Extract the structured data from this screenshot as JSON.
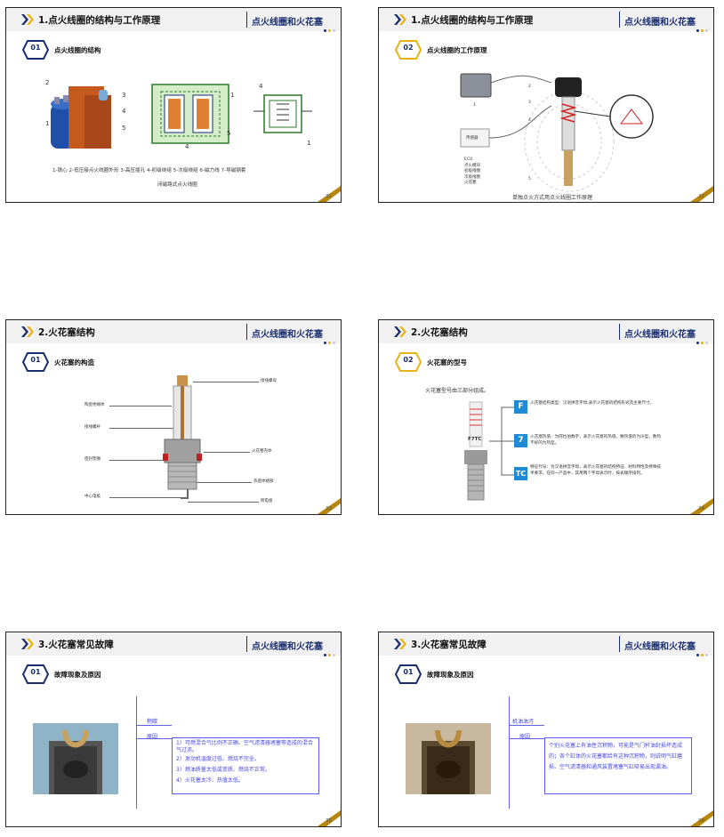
{
  "brand_text": "点火线圈和火花塞",
  "colors": {
    "accent_blue": "#1a2e6e",
    "gold": "#b8860b",
    "callout_blue": "#3a3ae0",
    "tag_blue": "#1f8ad6"
  },
  "slides": [
    {
      "title": "1.点火线圈的结构与工作原理",
      "section_num": "01",
      "subtitle": "点火线圈的结构",
      "part_numbers": [
        "1",
        "2",
        "3",
        "4",
        "5"
      ],
      "caption_line1": "1-铁心 2-低压接点火线圈外形 3-高压插孔 4-初级绕组 5-次级绕组 6-磁力线 7-导磁钢套",
      "caption_line2": "闭磁路式点火线圈",
      "page": "31"
    },
    {
      "title": "1.点火线圈的结构与工作原理",
      "section_num": "02",
      "subtitle": "点火线圈的工作原理",
      "legend": [
        "ECU",
        "点火模块",
        "初级线圈",
        "次级线圈",
        "火花塞"
      ],
      "sensor_label": "传感器",
      "markers": [
        "1",
        "2",
        "3",
        "4",
        "5"
      ],
      "caption": "单独点火方式用点火线圈工作原理",
      "page": "32"
    },
    {
      "title": "2.火花塞结构",
      "section_num": "01",
      "subtitle": "火花塞的构造",
      "labels_left": [
        "陶瓷绝缘体",
        "接线螺杆",
        "密封垫圈",
        "中心电极"
      ],
      "labels_right": [
        "接线螺母",
        "火花塞壳体",
        "热座体裙部",
        "侧电极"
      ],
      "page": "33"
    },
    {
      "title": "2.火花塞结构",
      "section_num": "02",
      "subtitle": "火花塞的型号",
      "intro": "火花塞型号由三部分组成。",
      "plug_code": "F7TC",
      "parts": [
        {
          "tag": "F",
          "text": "火花塞结构类型：汉语拼音字母,表示火花塞的结构形式及主要尺寸。"
        },
        {
          "tag": "7",
          "text": "火花塞热值：为阿拉伯数字，表示火花塞的热值，数热值的为冷型，数热不好的为热型。"
        },
        {
          "tag": "TC",
          "text": "特征代号：为汉语拼音字母，表示火花塞的结构特征、材料特性及特殊技术要求。在同一产品中，其用两个字母表示时，按表顺序排列。"
        }
      ],
      "page": "34"
    },
    {
      "title": "3.火花塞常见故障",
      "section_num": "01",
      "subtitle": "故障现象及原因",
      "symptom_label": "积碳",
      "cause_label": "原因",
      "causes": [
        "1）可燃混合气比例不正确、空气滤清器堵塞等造成的混合气过浓。",
        "2）发动机温度过低、燃烧不完全。",
        "3）燃油质量太低或变质、燃烧不正常。",
        "4）火花塞太冷、热值太低。"
      ],
      "page": "35"
    },
    {
      "title": "3.火花塞常见故障",
      "section_num": "01",
      "subtitle": "故障现象及原因",
      "symptom_label": "机油油污",
      "cause_label": "原因",
      "causes_text": "个别火花塞上有油性沉积物，可能是气门杆油封损坏造成的；各个缸体的火花塞都给有这种沉积物，则说明气缸磨损、空气滤清器和通风装置堵塞气缸吸易出现漏油。",
      "page": "36"
    }
  ]
}
